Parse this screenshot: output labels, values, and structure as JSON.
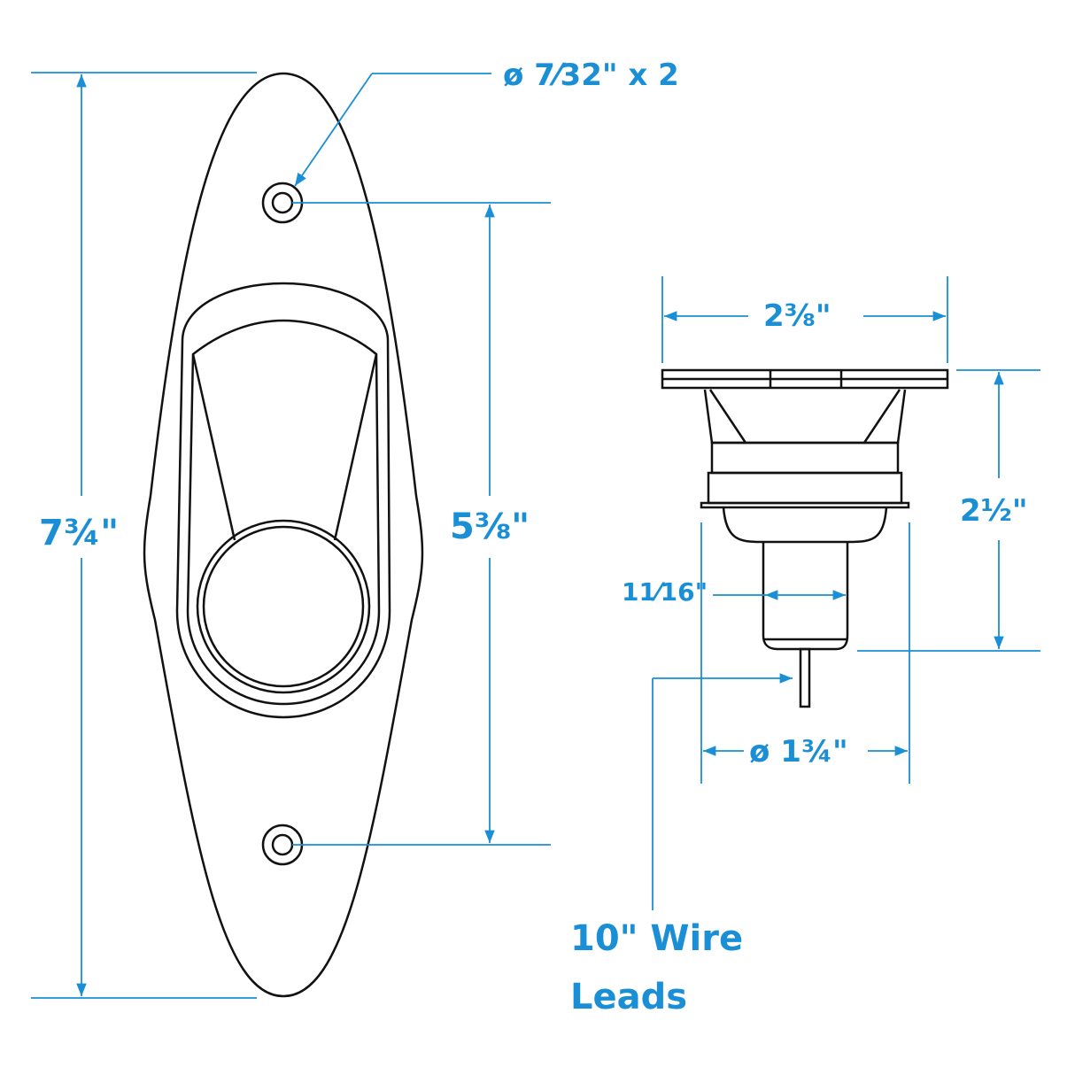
{
  "colors": {
    "dimension": "#1a8fd6",
    "outline": "#111111",
    "background": "#ffffff"
  },
  "labels": {
    "hole": "ø 7⁄32\" x 2",
    "overall_height": "7¾\"",
    "hole_spacing": "5⅜\"",
    "flange_width": "2⅜\"",
    "side_height": "2½\"",
    "stem_diameter": "11⁄16\"",
    "body_diameter": "ø 1¾\"",
    "wire_line1": "10\" Wire",
    "wire_line2": "Leads"
  },
  "views": [
    "front-view",
    "side-view"
  ]
}
